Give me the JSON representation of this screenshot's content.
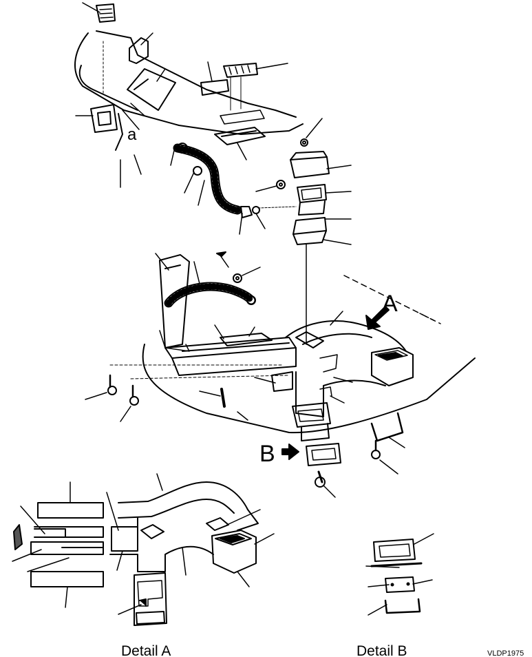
{
  "labels": {
    "detail_a": "Detail  A",
    "detail_b": "Detail B",
    "view_a": "A",
    "view_b": "B",
    "mark_a": "a",
    "drawing_code": "VLDP1975"
  },
  "colors": {
    "ink": "#000000",
    "paper": "#ffffff",
    "shade": "#d8d8d8"
  }
}
